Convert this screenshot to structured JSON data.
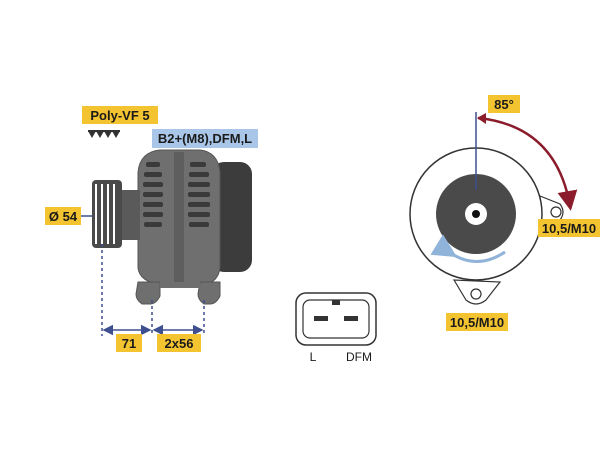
{
  "belt": {
    "type": "Poly-VF 5"
  },
  "terminals": {
    "label": "B2+(M8),DFM,L"
  },
  "dimensions": {
    "pulley_diameter": "Ø 54",
    "offset": "71",
    "mount_spacing": "2x56"
  },
  "connector": {
    "pin_left": "L",
    "pin_right": "DFM"
  },
  "mounting": {
    "angle": "85°",
    "ear_top": "10,5/M10",
    "ear_bottom": "10,5/M10"
  },
  "colors": {
    "label_bg": "#f4c430",
    "terminal_bg": "#a9c6e8",
    "dimension_line": "#3d4f8f",
    "angle_arc": "#8b1c2b",
    "rotation_arrow": "#8fb3d9",
    "body_gray": "#6f6f6f",
    "dark_gray": "#3c3c3c"
  }
}
